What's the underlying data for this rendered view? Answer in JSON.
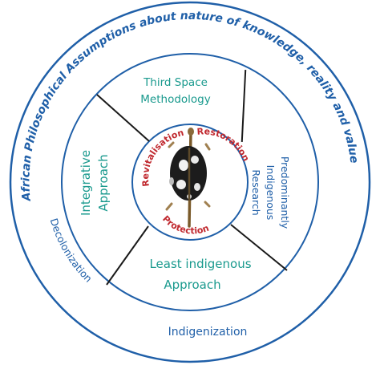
{
  "outer_ring": {
    "top_arc_text": "African Philosophical Assumptions about nature of knowledge, reality and values",
    "left_bottom_arc_text": "Decolonization",
    "bottom_text": "Indigenization"
  },
  "quadrants": {
    "top": [
      "Third Space",
      "Methodology"
    ],
    "left": [
      "Integrative",
      "Approach"
    ],
    "right": [
      "Predominantly",
      "Indigenous",
      "Research"
    ],
    "bottom": [
      "Least indigenous",
      "Approach"
    ]
  },
  "core": {
    "arc_left": "Revitalisation",
    "arc_right": "Restoration",
    "arc_bottom": "Protection",
    "image_icon": "shield-and-spear-icon"
  },
  "colors": {
    "outer_ring_stroke": "#1f5fa8",
    "outer_text": "#1f5fa8",
    "quadrant_text": "#1a9a8e",
    "core_text": "#c0282e",
    "divider": "#1a1a1a"
  }
}
